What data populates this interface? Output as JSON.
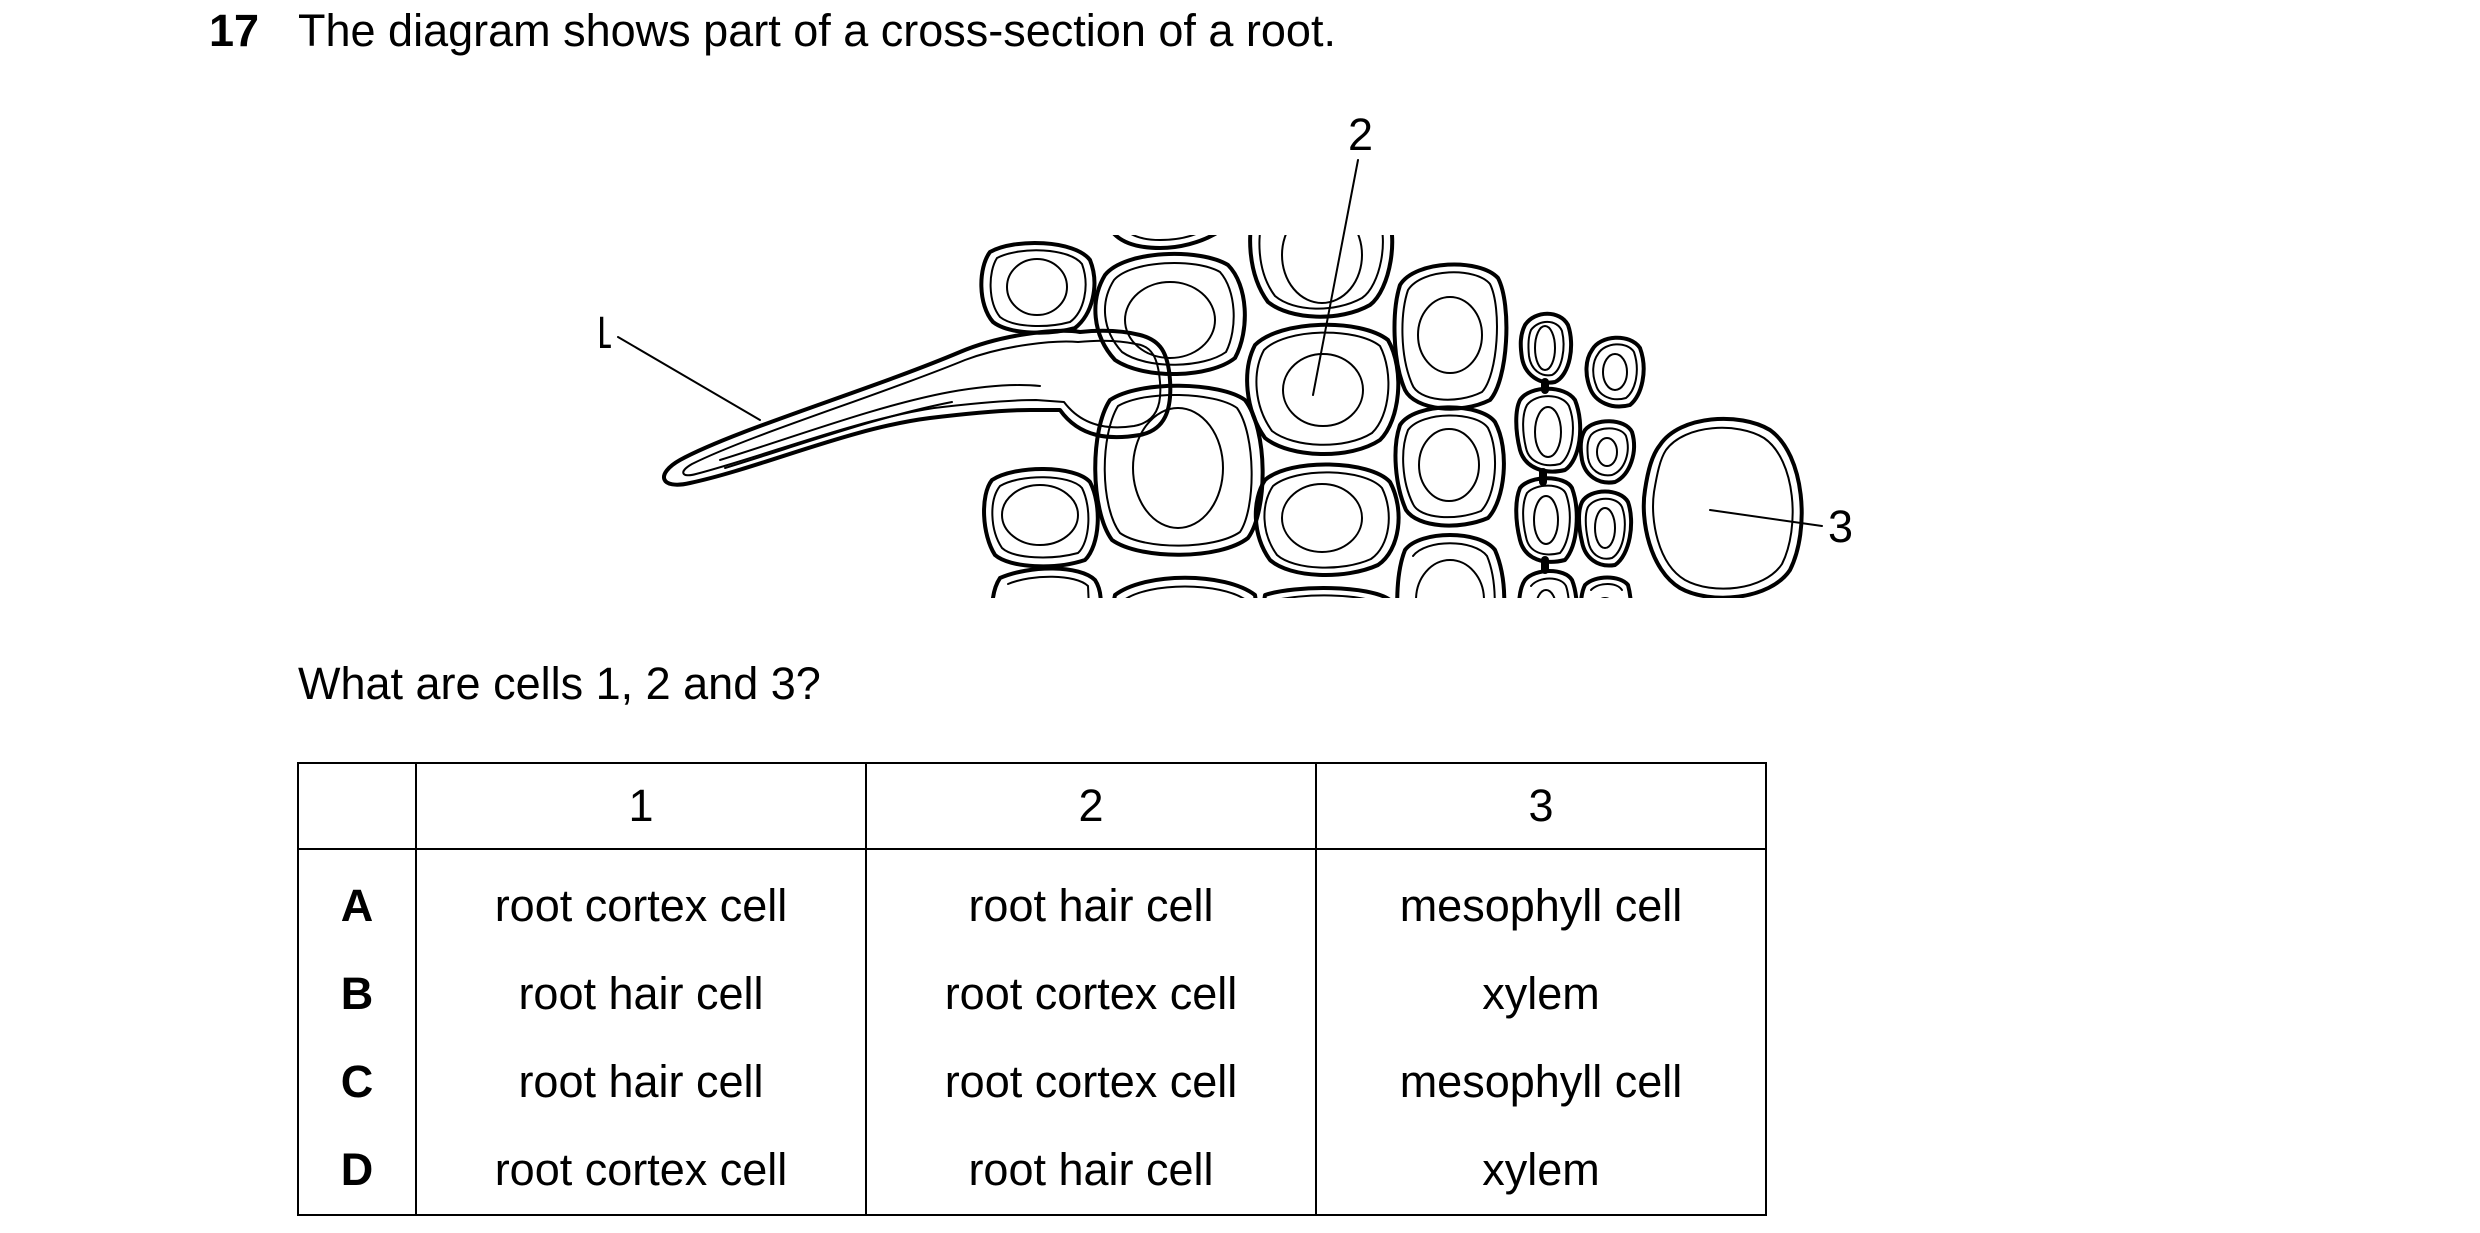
{
  "question": {
    "number": "17",
    "stem": "The diagram shows part of a cross-section of a root.",
    "prompt": "What are cells 1, 2 and 3?"
  },
  "diagram": {
    "labels": [
      "1",
      "2",
      "3"
    ]
  },
  "table": {
    "headers": [
      "",
      "1",
      "2",
      "3"
    ],
    "rows": [
      {
        "letter": "A",
        "cells": [
          "root cortex cell",
          "root hair cell",
          "mesophyll cell"
        ]
      },
      {
        "letter": "B",
        "cells": [
          "root hair cell",
          "root cortex cell",
          "xylem"
        ]
      },
      {
        "letter": "C",
        "cells": [
          "root hair cell",
          "root cortex cell",
          "mesophyll cell"
        ]
      },
      {
        "letter": "D",
        "cells": [
          "root cortex cell",
          "root hair cell",
          "xylem"
        ]
      }
    ]
  }
}
